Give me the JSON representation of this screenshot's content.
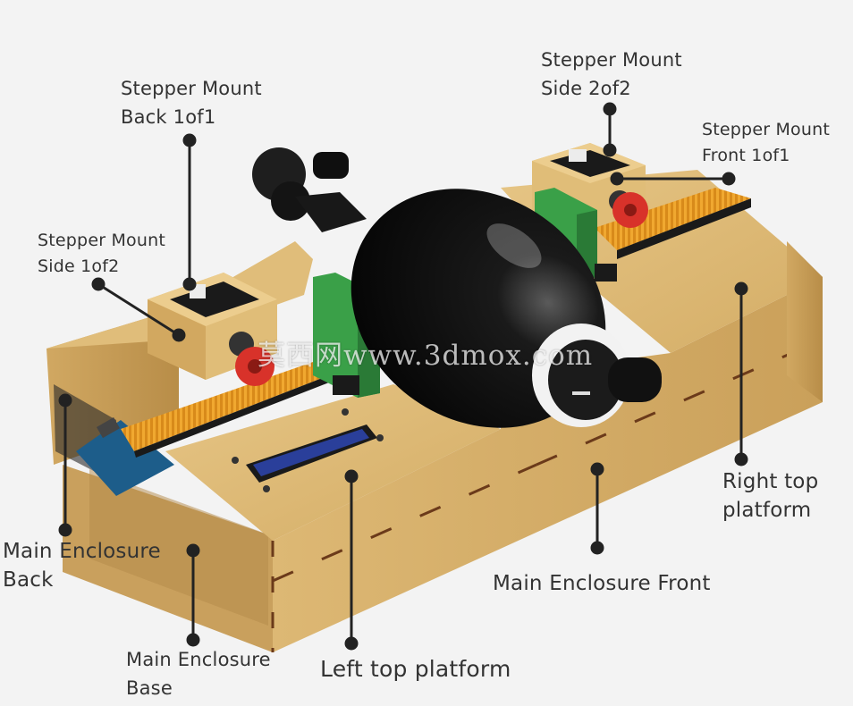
{
  "labels": {
    "stepper_back": [
      "Stepper Mount",
      "Back 1of1"
    ],
    "stepper_side1": [
      "Stepper Mount",
      "Side 1of2"
    ],
    "stepper_side2": [
      "Stepper Mount",
      "Side 2of2"
    ],
    "stepper_front": [
      "Stepper Mount",
      "Front 1of1"
    ],
    "enclosure_back": [
      "Main Enclosure",
      "Back"
    ],
    "enclosure_base": [
      "Main Enclosure",
      "Base"
    ],
    "left_top": "Left top platform",
    "enclosure_front": "Main Enclosure Front",
    "right_top": [
      "Right top",
      "platform"
    ]
  },
  "watermark": "莫西网www.3dmox.com",
  "colors": {
    "wood": "#dcb770",
    "wood_dark": "#c79a52",
    "rack": "#f0a830",
    "gear": "#d8322a",
    "green_board": "#3aa048",
    "ball": "#0c0c0c",
    "leader": "#222222"
  }
}
